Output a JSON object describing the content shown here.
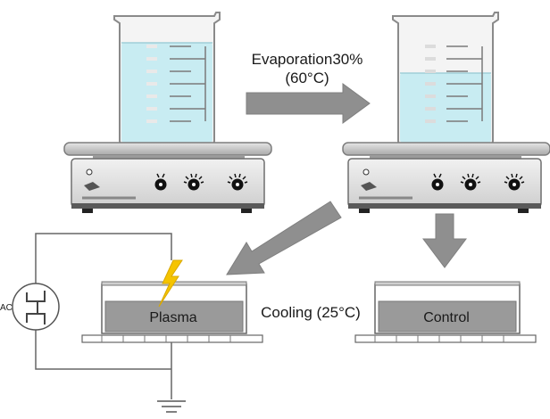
{
  "labels": {
    "evaporation_line1": "Evaporation30%",
    "evaporation_line2": "(60°C)",
    "cooling": "Cooling (25°C)",
    "plasma": "Plasma",
    "control": "Control",
    "ac": "AC"
  },
  "colors": {
    "liquid": "#c8ecf2",
    "liquid_dark": "#b2dfe7",
    "arrow": "#8f8f8f",
    "hotplate_body": "#e4e4e4",
    "hotplate_top": "#c9c9c9",
    "dish_fill": "#9a9a9a",
    "spark": "#f5c400",
    "wire": "#666666"
  },
  "icons": [
    "beaker-icon",
    "hotplate-icon",
    "arrow-right-icon",
    "arrow-down-icon",
    "arrow-diagonal-icon",
    "lightning-icon",
    "ac-source-icon",
    "ground-icon",
    "petri-dish-icon"
  ]
}
